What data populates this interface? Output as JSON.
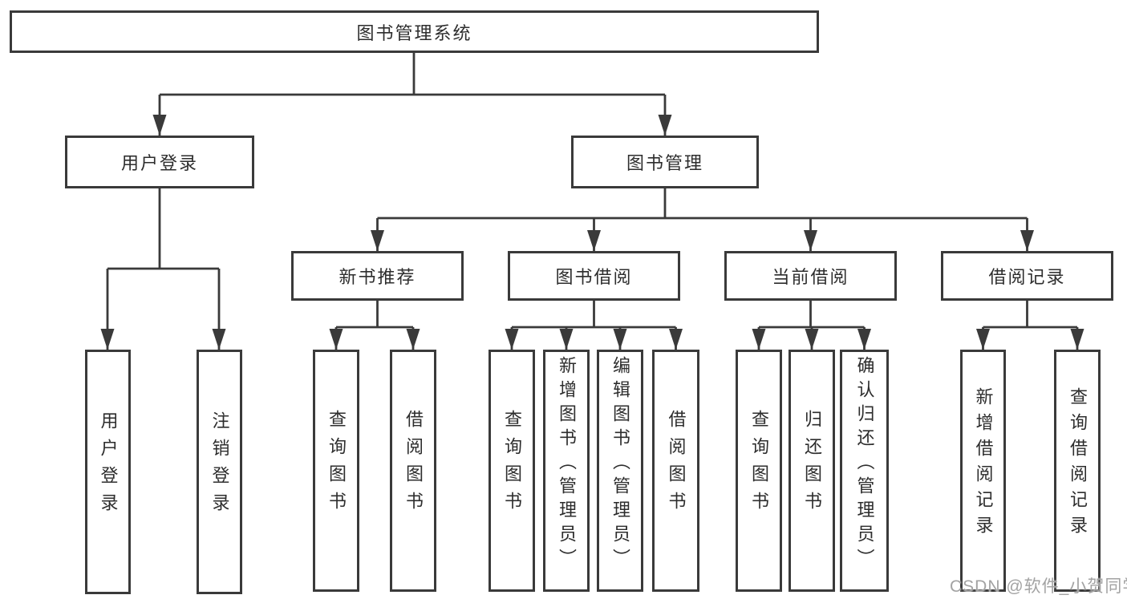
{
  "nodes": {
    "root": "图书管理系统",
    "login_group": "用户登录",
    "book_mgmt": "图书管理",
    "new_book_rec": "新书推荐",
    "book_borrow": "图书借阅",
    "current_borrow": "当前借阅",
    "borrow_records": "借阅记录",
    "user_login": "用户登录",
    "logout": "注销登录",
    "query_book_1": "查询图书",
    "borrow_book_1": "借阅图书",
    "query_book_2": "查询图书",
    "add_book": "新增图书（管理员）",
    "edit_book": "编辑图书（管理员）",
    "borrow_book_2": "借阅图书",
    "query_book_3": "查询图书",
    "return_book": "归还图书",
    "confirm_return": "确认归还（管理员）",
    "add_borrow_record": "新增借阅记录",
    "query_borrow_record": "查询借阅记录"
  },
  "watermark": "CSDN @软件_小贺同学",
  "colors": {
    "line": "#3a3a3a",
    "text": "#2d2d2d",
    "box_background": "#ffffff",
    "watermark": "#a3a3a3"
  }
}
